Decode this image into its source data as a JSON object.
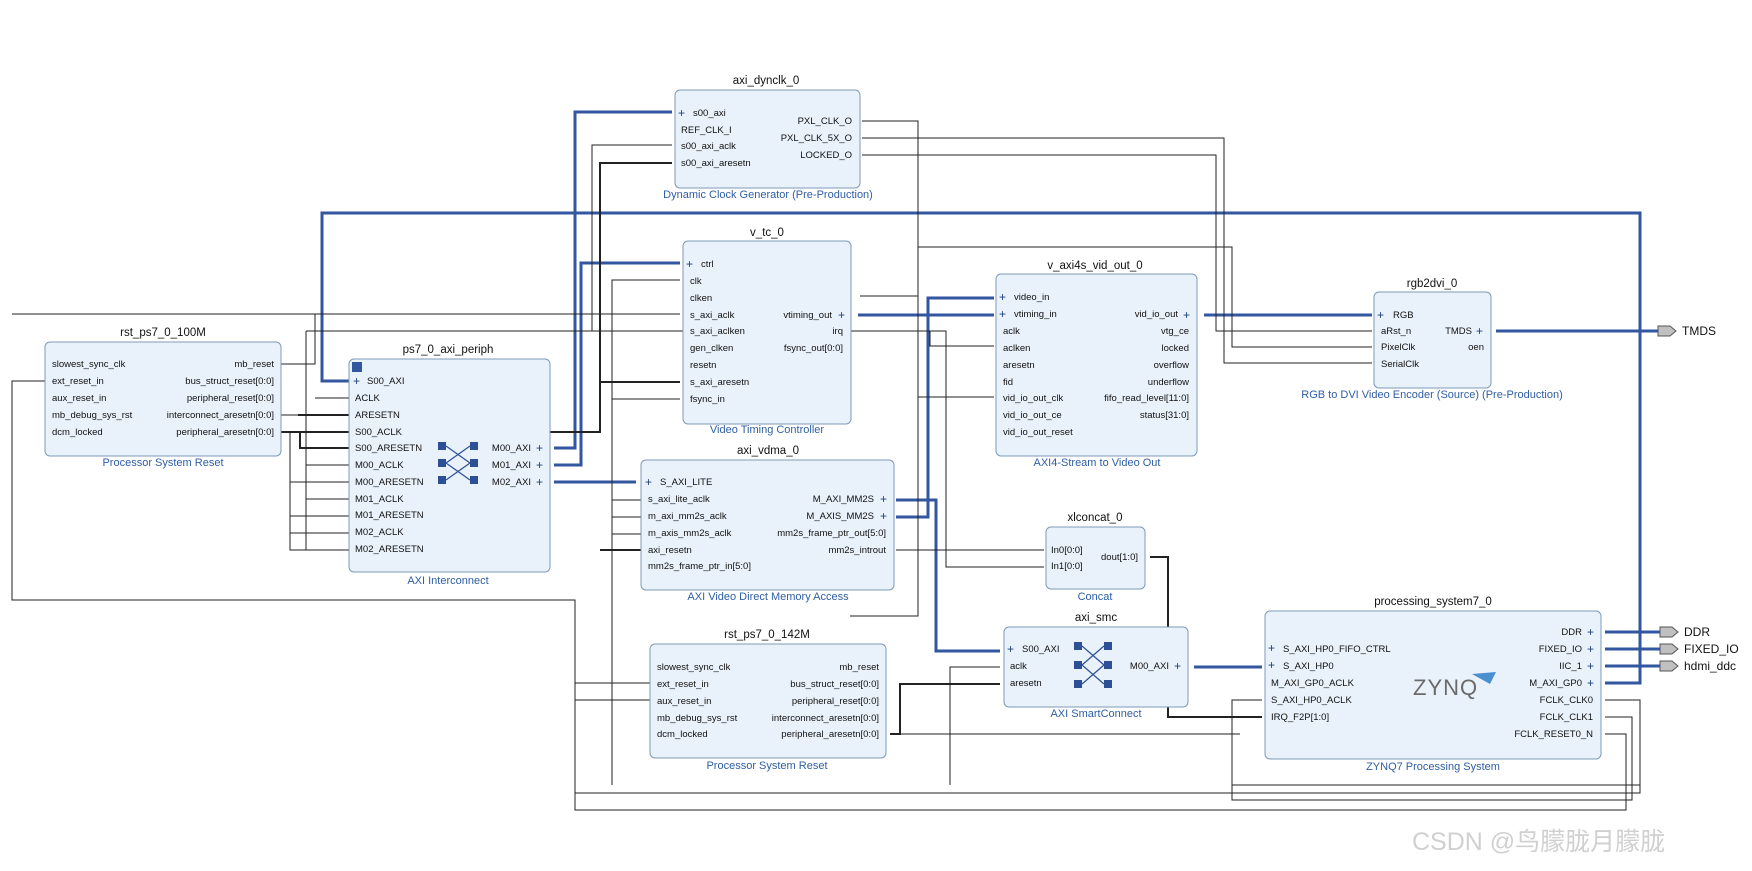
{
  "blocks": {
    "axi_dynclk_0": {
      "title": "axi_dynclk_0",
      "subtitle": "Dynamic Clock Generator (Pre-Production)",
      "pins_left": [
        "s00_axi",
        "REF_CLK_I",
        "s00_axi_aclk",
        "s00_axi_aresetn"
      ],
      "pins_right": [
        "PXL_CLK_O",
        "PXL_CLK_5X_O",
        "LOCKED_O"
      ]
    },
    "v_tc_0": {
      "title": "v_tc_0",
      "subtitle": "Video Timing Controller",
      "pins_left": [
        "ctrl",
        "clk",
        "clken",
        "s_axi_aclk",
        "s_axi_aclken",
        "gen_clken",
        "resetn",
        "s_axi_aresetn",
        "fsync_in"
      ],
      "pins_right": [
        "vtiming_out",
        "irq",
        "fsync_out[0:0]"
      ]
    },
    "v_axi4s_vid_out_0": {
      "title": "v_axi4s_vid_out_0",
      "subtitle": "AXI4-Stream to Video Out",
      "pins_left": [
        "video_in",
        "vtiming_in",
        "aclk",
        "aclken",
        "aresetn",
        "fid",
        "vid_io_out_clk",
        "vid_io_out_ce",
        "vid_io_out_reset"
      ],
      "pins_right": [
        "vid_io_out",
        "vtg_ce",
        "locked",
        "overflow",
        "underflow",
        "fifo_read_level[11:0]",
        "status[31:0]"
      ]
    },
    "rgb2dvi_0": {
      "title": "rgb2dvi_0",
      "subtitle": "RGB to DVI Video Encoder (Source) (Pre-Production)",
      "pins_left": [
        "RGB",
        "aRst_n",
        "PixelClk",
        "SerialClk"
      ],
      "pins_right": [
        "TMDS",
        "oen"
      ]
    },
    "rst_ps7_0_100M": {
      "title": "rst_ps7_0_100M",
      "subtitle": "Processor System Reset",
      "pins_left": [
        "slowest_sync_clk",
        "ext_reset_in",
        "aux_reset_in",
        "mb_debug_sys_rst",
        "dcm_locked"
      ],
      "pins_right": [
        "mb_reset",
        "bus_struct_reset[0:0]",
        "peripheral_reset[0:0]",
        "interconnect_aresetn[0:0]",
        "peripheral_aresetn[0:0]"
      ]
    },
    "ps7_0_axi_periph": {
      "title": "ps7_0_axi_periph",
      "subtitle": "AXI Interconnect",
      "pins_left": [
        "S00_AXI",
        "ACLK",
        "ARESETN",
        "S00_ACLK",
        "S00_ARESETN",
        "M00_ACLK",
        "M00_ARESETN",
        "M01_ACLK",
        "M01_ARESETN",
        "M02_ACLK",
        "M02_ARESETN"
      ],
      "pins_right": [
        "M00_AXI",
        "M01_AXI",
        "M02_AXI"
      ]
    },
    "axi_vdma_0": {
      "title": "axi_vdma_0",
      "subtitle": "AXI Video Direct Memory Access",
      "pins_left": [
        "S_AXI_LITE",
        "s_axi_lite_aclk",
        "m_axi_mm2s_aclk",
        "m_axis_mm2s_aclk",
        "axi_resetn",
        "mm2s_frame_ptr_in[5:0]"
      ],
      "pins_right": [
        "M_AXI_MM2S",
        "M_AXIS_MM2S",
        "mm2s_frame_ptr_out[5:0]",
        "mm2s_introut"
      ]
    },
    "xlconcat_0": {
      "title": "xlconcat_0",
      "subtitle": "Concat",
      "pins_left": [
        "In0[0:0]",
        "In1[0:0]"
      ],
      "pins_right": [
        "dout[1:0]"
      ]
    },
    "axi_smc": {
      "title": "axi_smc",
      "subtitle": "AXI SmartConnect",
      "pins_left": [
        "S00_AXI",
        "aclk",
        "aresetn"
      ],
      "pins_right": [
        "M00_AXI"
      ]
    },
    "rst_ps7_0_142M": {
      "title": "rst_ps7_0_142M",
      "subtitle": "Processor System Reset",
      "pins_left": [
        "slowest_sync_clk",
        "ext_reset_in",
        "aux_reset_in",
        "mb_debug_sys_rst",
        "dcm_locked"
      ],
      "pins_right": [
        "mb_reset",
        "bus_struct_reset[0:0]",
        "peripheral_reset[0:0]",
        "interconnect_aresetn[0:0]",
        "peripheral_aresetn[0:0]"
      ]
    },
    "processing_system7_0": {
      "title": "processing_system7_0",
      "subtitle": "ZYNQ7 Processing System",
      "logo": "ZYNQ",
      "pins_left": [
        "S_AXI_HP0_FIFO_CTRL",
        "S_AXI_HP0",
        "M_AXI_GP0_ACLK",
        "S_AXI_HP0_ACLK",
        "IRQ_F2P[1:0]"
      ],
      "pins_right": [
        "DDR",
        "FIXED_IO",
        "IIC_1",
        "M_AXI_GP0",
        "FCLK_CLK0",
        "FCLK_CLK1",
        "FCLK_RESET0_N"
      ]
    }
  },
  "ports": {
    "tmds": "TMDS",
    "ddr": "DDR",
    "fixed_io": "FIXED_IO",
    "hdmi_ddc": "hdmi_ddc"
  },
  "watermark": "CSDN @鸟朦胧月朦胧",
  "colors": {
    "block_fill": "#e9f2fb",
    "block_stroke": "#7d99b8",
    "bus": "#3356a0",
    "subtitle": "#2f5ea3"
  }
}
